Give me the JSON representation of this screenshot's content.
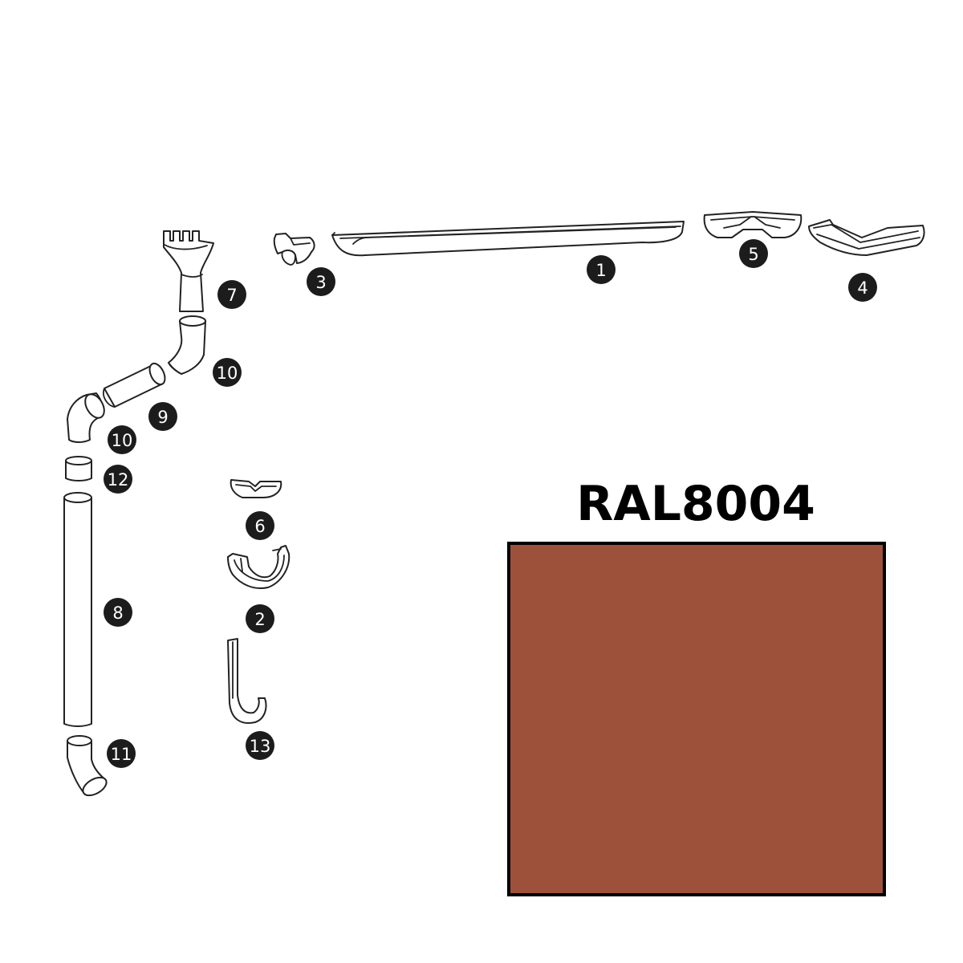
{
  "color": {
    "code": "RAL8004",
    "hex": "#9E513A"
  },
  "parts": {
    "gutter": "1",
    "gutter_bracket": "2",
    "end_cap": "3",
    "outer_corner": "4",
    "inner_corner": "5",
    "connector": "6",
    "outlet": "7",
    "downpipe": "8",
    "pipe_section": "9",
    "elbow_upper": "10",
    "elbow_lower": "10",
    "shoe": "11",
    "coupling": "12",
    "hook": "13"
  }
}
